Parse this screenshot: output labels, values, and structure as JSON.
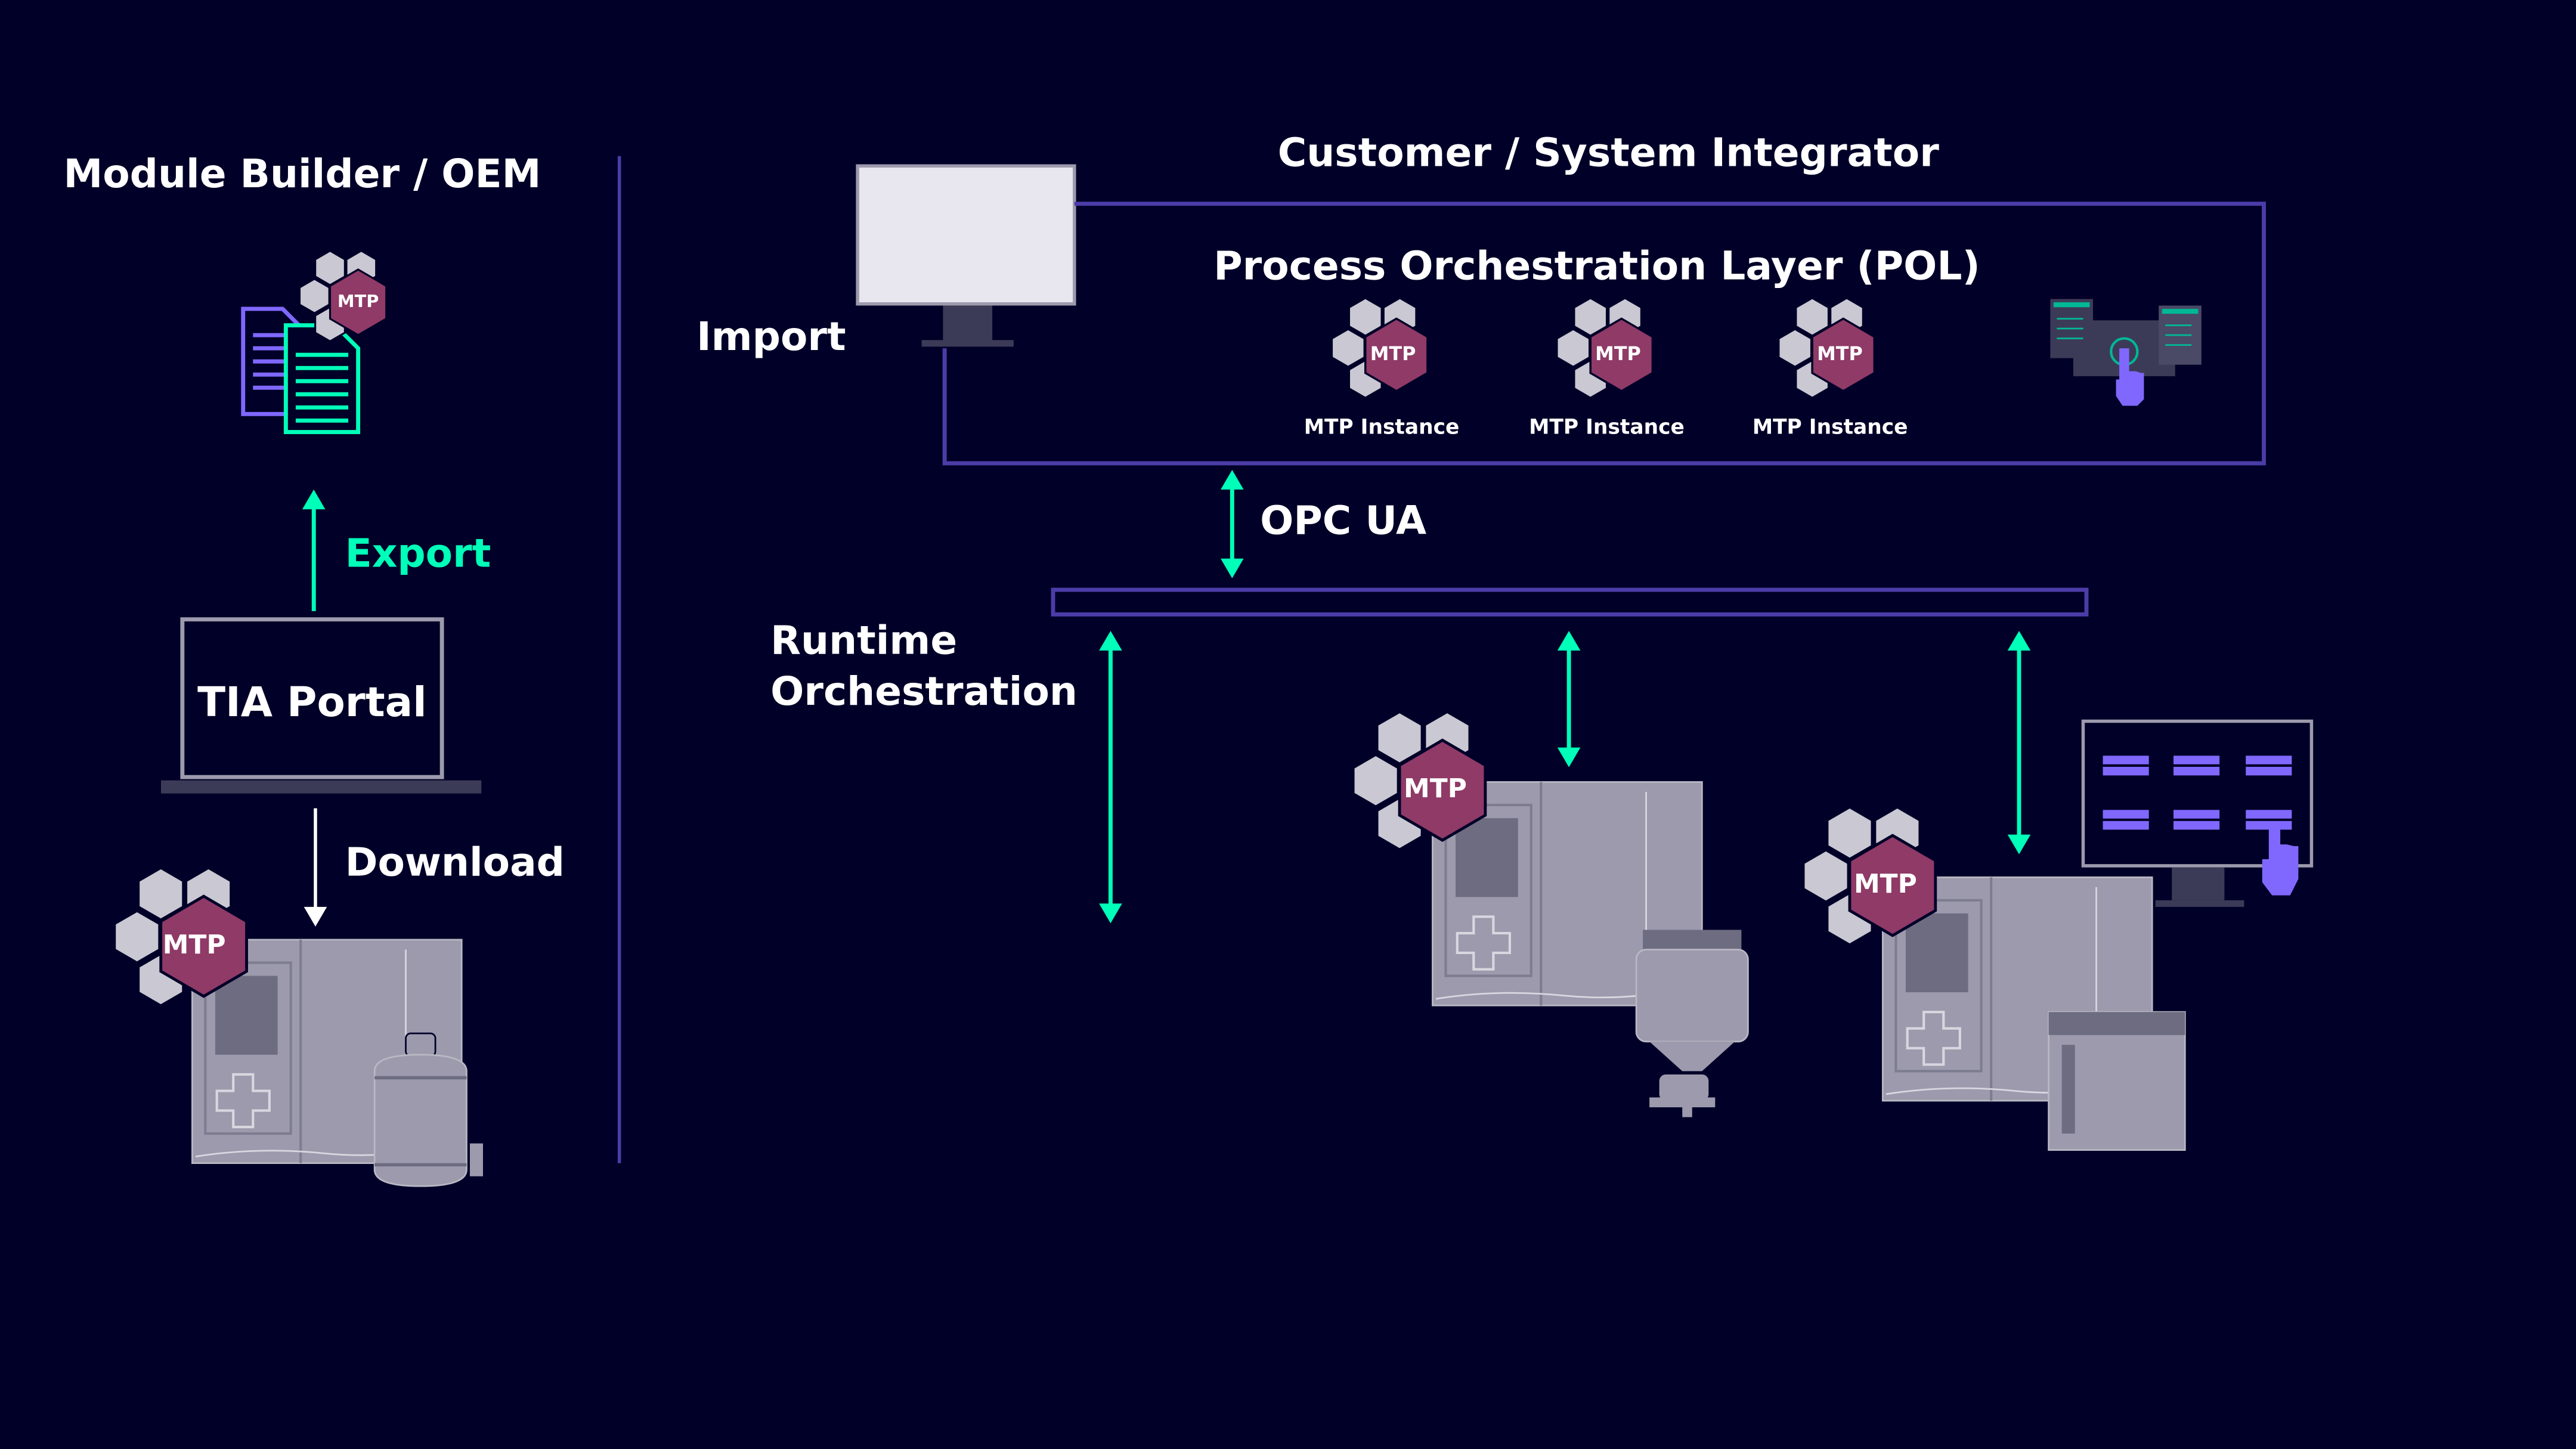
{
  "left_section": {
    "title": "Module Builder / OEM",
    "export_label": "Export",
    "tool_label": "TIA Portal",
    "download_label": "Download",
    "badge": "MTP"
  },
  "right_section": {
    "title": "Customer / System Integrator",
    "import_label": "Import",
    "pol_title": "Process Orchestration Layer (POL)",
    "instances": [
      {
        "badge": "MTP",
        "label": "MTP Instance"
      },
      {
        "badge": "MTP",
        "label": "MTP Instance"
      },
      {
        "badge": "MTP",
        "label": "MTP Instance"
      }
    ],
    "protocol_label": "OPC UA",
    "runtime_label_line1": "Runtime",
    "runtime_label_line2": "Orchestration",
    "module_badges": [
      "MTP",
      "MTP"
    ]
  },
  "colors": {
    "background": "#000028",
    "accent_green": "#00FFB9",
    "purple_line": "#4C3CA8",
    "mtp_badge": "#8F3A67",
    "module_grey": "#9C9AAC",
    "hmi_purple": "#8068FF"
  },
  "icons": [
    "documents-icon",
    "mtp-hexagon-icon",
    "laptop-icon",
    "monitor-icon",
    "hmi-screen-icon",
    "touch-hand-icon",
    "process-module-icon",
    "tank-icon",
    "pump-icon"
  ]
}
